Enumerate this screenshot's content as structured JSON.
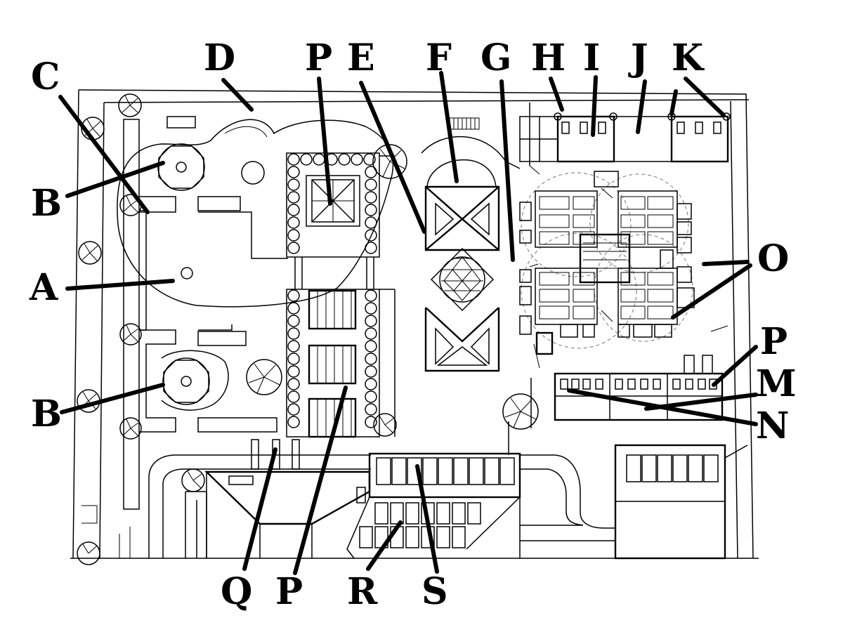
{
  "labels": {
    "a": "A",
    "b_top": "B",
    "b_bottom": "B",
    "c": "C",
    "d": "D",
    "e": "E",
    "f": "F",
    "g": "G",
    "h": "H",
    "i": "I",
    "j": "J",
    "k": "K",
    "m": "M",
    "n": "N",
    "o": "O",
    "p_top": "P",
    "p_right": "P",
    "p_bottom": "P",
    "q": "Q",
    "r": "R",
    "s": "S"
  }
}
